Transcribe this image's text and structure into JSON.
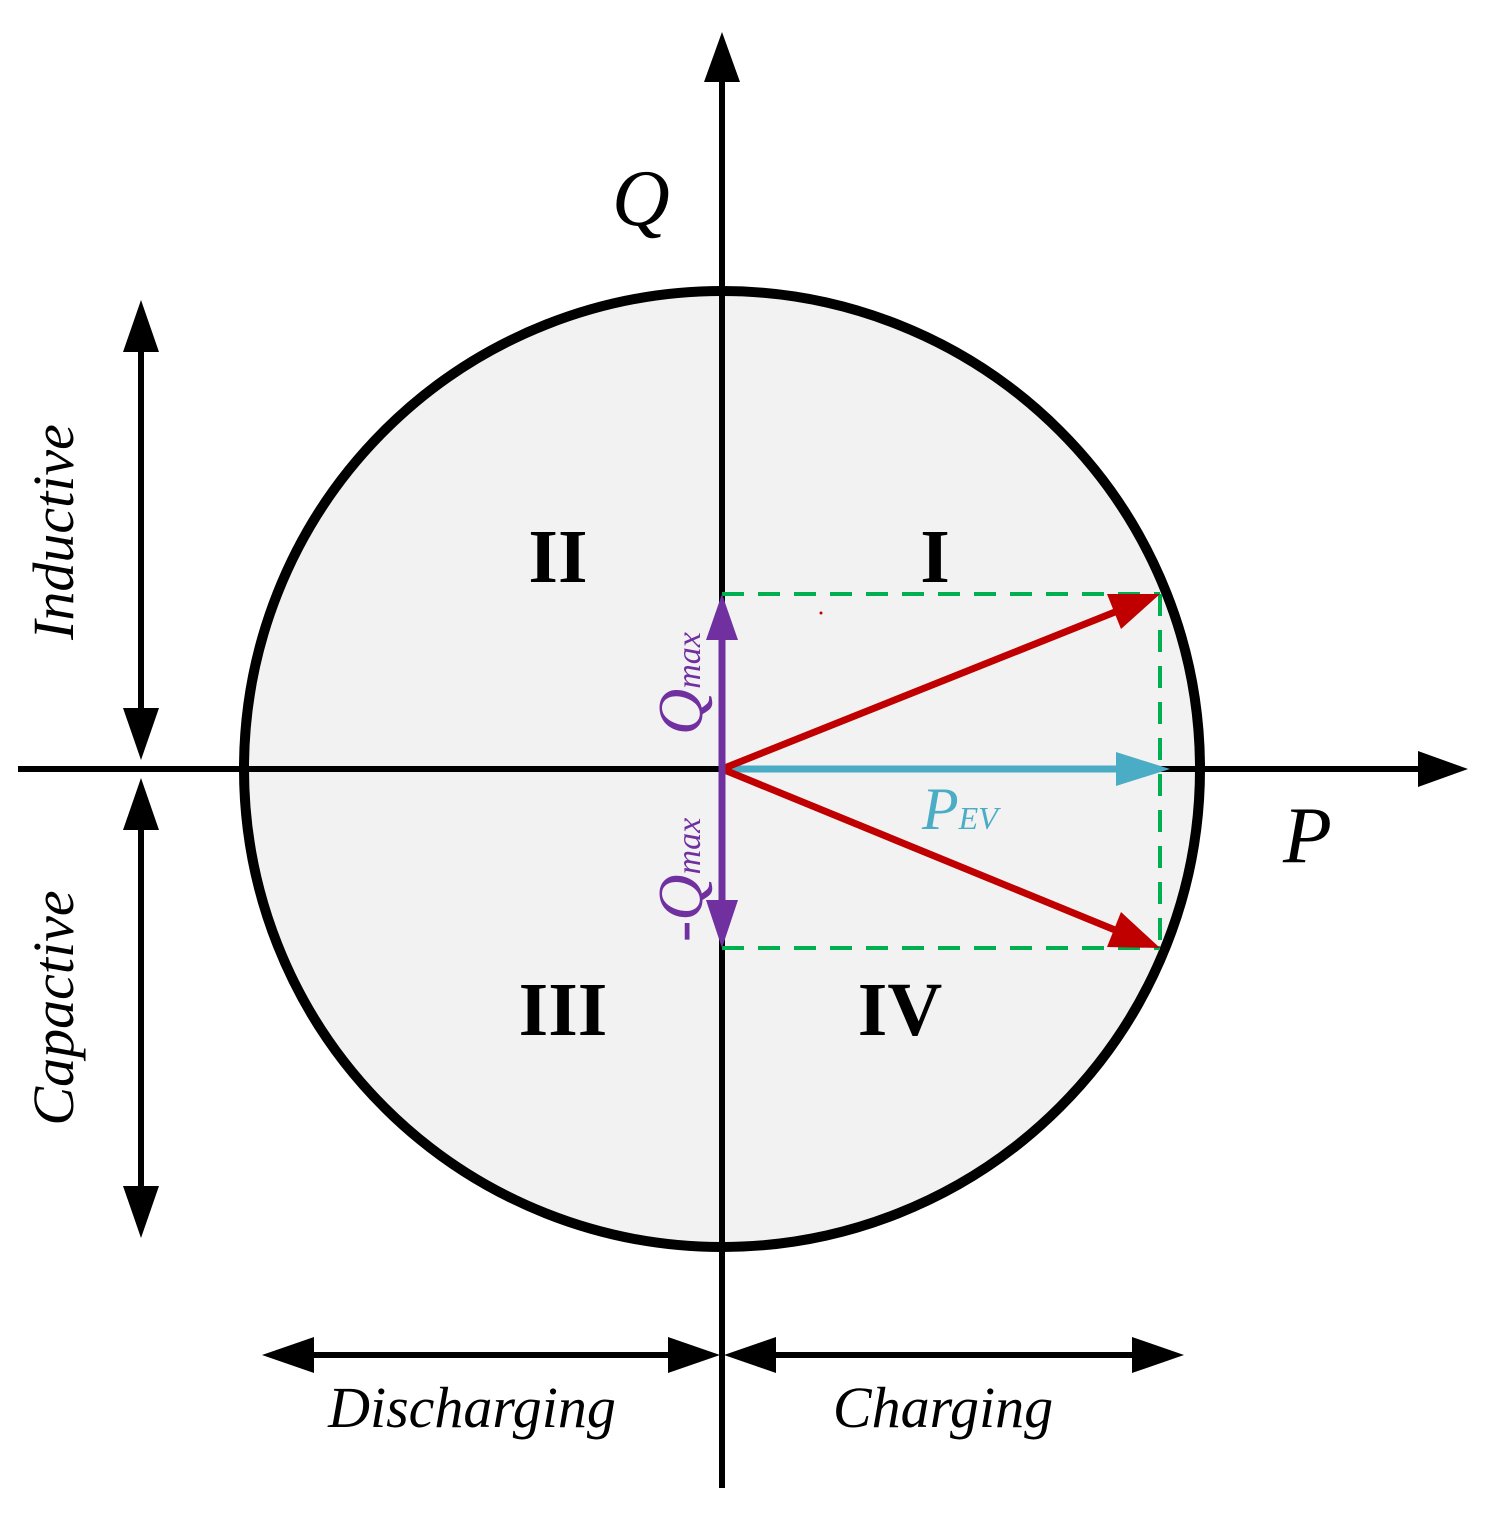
{
  "axes": {
    "p_label": "P",
    "q_label": "Q"
  },
  "quadrants": {
    "q1": "I",
    "q2": "II",
    "q3": "III",
    "q4": "IV"
  },
  "vectors": {
    "q_max_main": "Q",
    "q_max_sub": "max",
    "neg_q_max_main": "-Q",
    "neg_q_max_sub": "max",
    "p_ev_main": "P",
    "p_ev_sub": "EV"
  },
  "regions": {
    "inductive": "Inductive",
    "capacitive": "Capactive",
    "discharging": "Discharging",
    "charging": "Charging"
  },
  "colors": {
    "axis": "#000000",
    "circle_fill": "#f2f2f2",
    "circle_stroke": "#000000",
    "red_vector": "#c00000",
    "blue_vector": "#4bacc6",
    "purple_vector": "#7030a0",
    "dashed_guide": "#00b050"
  }
}
